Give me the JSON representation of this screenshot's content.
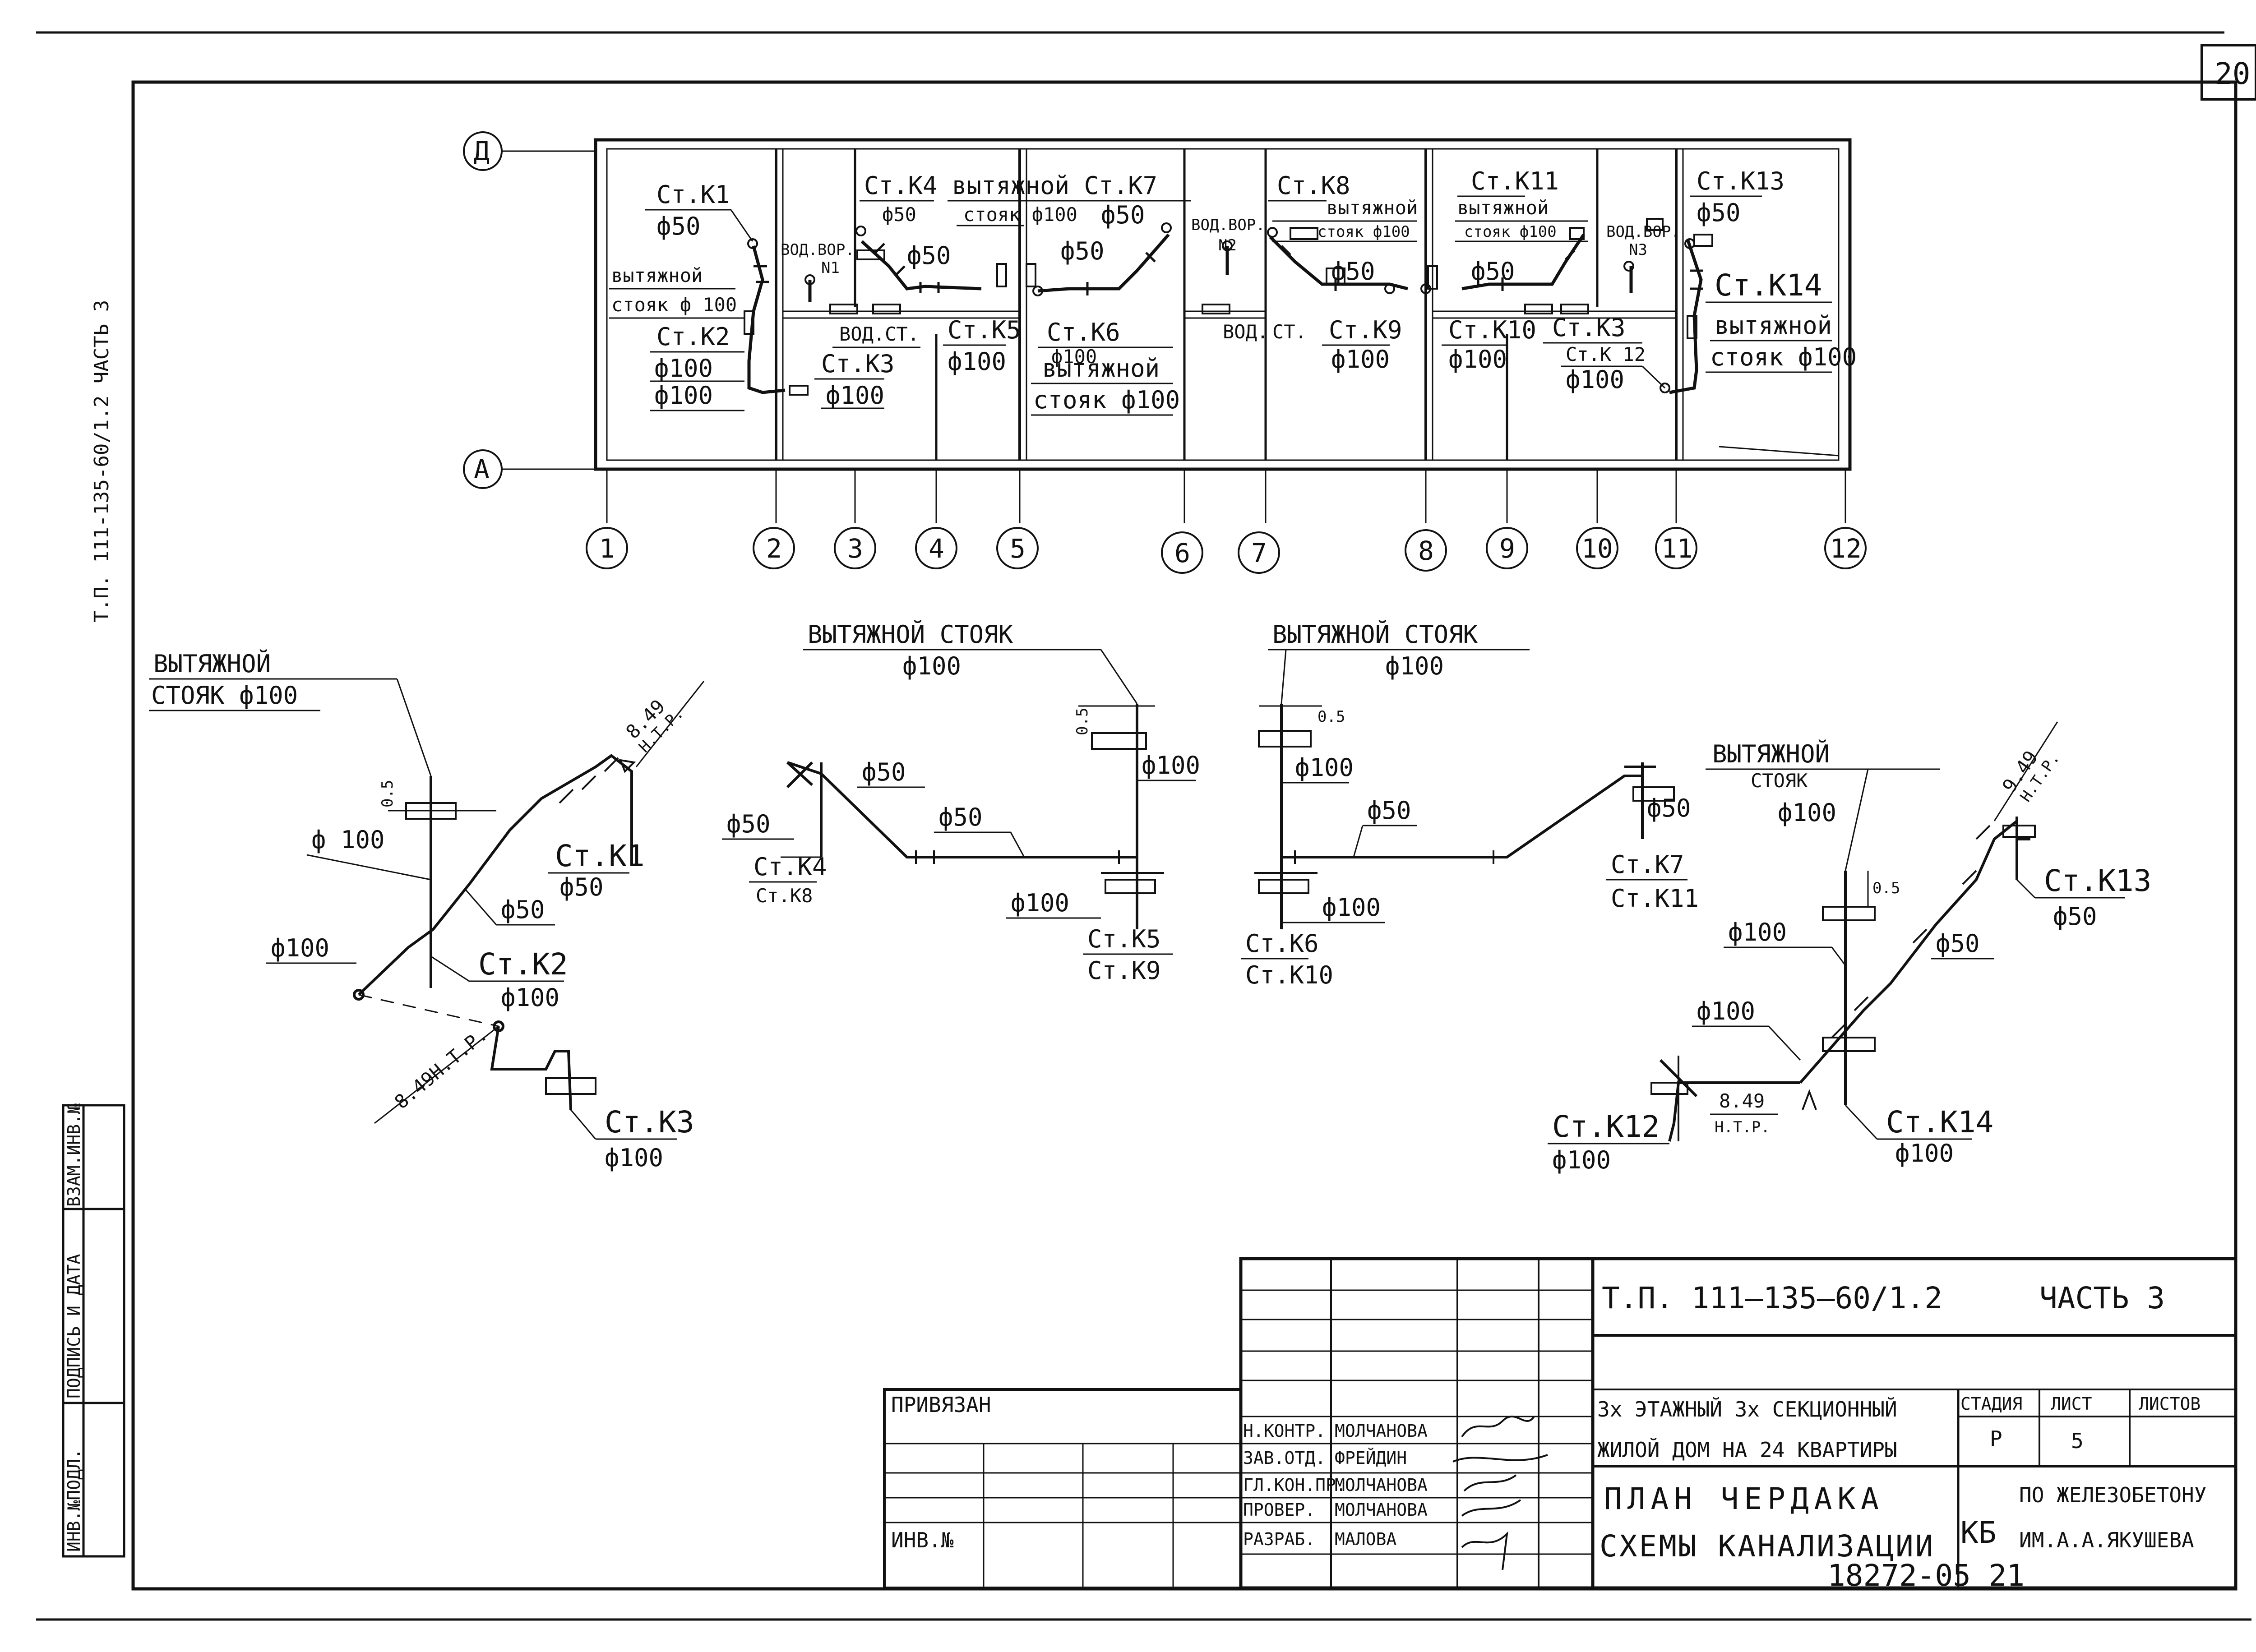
{
  "sheet_number": "20",
  "side_code": "Т.П. 111-135-60/1.2   ЧАСТЬ 3",
  "plan": {
    "axes_letters": [
      "Д",
      "А"
    ],
    "axes_numbers": [
      "1",
      "2",
      "3",
      "4",
      "5",
      "6",
      "7",
      "8",
      "9",
      "10",
      "11",
      "12"
    ],
    "labels": {
      "k1": "Ст.К1",
      "k1_d": "ф50",
      "vent1a": "вытяжной",
      "vent1b": "стояк ф 100",
      "k2": "Ст.К2",
      "k2_d1": "ф100",
      "k2_d2": "ф100",
      "vb1": "ВОД.ВОР.",
      "vb1n": "N1",
      "vod1": "ВОД.СТ.",
      "k3": "Ст.К3",
      "k3_d": "ф100",
      "k4": "Ст.К4",
      "k4_d": "ф50",
      "k4_d2": "ф50",
      "vent2": "вытяжной Ст.К7",
      "vent2b": "стояк ф100",
      "k7_d": "ф50",
      "k5": "Ст.К5",
      "k5_d": "ф100",
      "k6": "Ст.К6",
      "k6_d": "ф100",
      "k6_d50": "ф50",
      "vent3a": "вытяжной",
      "vent3b": "стояк ф100",
      "vb2": "ВОД.ВОР.",
      "vb2n": "N2",
      "vod2": "ВОД.",
      "vod2b": "СТ.",
      "k8": "Ст.К8",
      "vent4a": "вытяжной",
      "vent4b": "стояк ф100",
      "k8_d": "ф50",
      "k9": "Ст.К9",
      "k9_d": "ф100",
      "k11": "Ст.К11",
      "vent5a": "вытяжной",
      "vent5b": "стояк ф100",
      "k11_d": "ф50",
      "k10": "Ст.К10",
      "k10_d": "ф100",
      "vb3": "ВОД.ВОР.",
      "vb3n": "N3",
      "k3b": "Ст.К3",
      "k12": "Ст.К 12",
      "k12_d": "ф100",
      "k13": "Ст.К13",
      "k13_d": "ф50",
      "k14": "Ст.К14",
      "vent6a": "вытяжной",
      "vent6b": "стояк ф100"
    }
  },
  "schemes": {
    "s1": {
      "vent_a": "ВЫТЯЖНОЙ",
      "vent_b": "СТОЯК ф100",
      "d100a": "ф 100",
      "d100b": "ф100",
      "d50": "ф50",
      "k1": "Ст.К1",
      "k1_d": "ф50",
      "k2": "Ст.К2",
      "k2_d": "ф100",
      "k3": "Ст.К3",
      "k3_d": "ф100",
      "elev1": "8.49",
      "elev1b": "Н.Т.Р.",
      "elev2": "8.49Н.Т.Р.",
      "dim": "0.5"
    },
    "s2": {
      "vent": "ВЫТЯЖНОЙ СТОЯК",
      "vent_d": "ф100",
      "d50a": "ф50",
      "d50b": "ф50",
      "d50c": "ф50",
      "d100a": "ф100",
      "d100b": "ф100",
      "k4": "Ст.К4",
      "k8": "Ст.К8",
      "k5": "Ст.К5",
      "k9": "Ст.К9",
      "dim": "0.5"
    },
    "s3": {
      "vent": "ВЫТЯЖНОЙ СТОЯК",
      "vent_d": "ф100",
      "d100a": "ф100",
      "d100b": "ф100",
      "d50a": "ф50",
      "d50b": "ф50",
      "k6": "Ст.К6",
      "k10": "Ст.К10",
      "k7": "Ст.К7",
      "k11": "Ст.К11",
      "dim": "0.5"
    },
    "s4": {
      "vent_a": "ВЫТЯЖНОЙ",
      "vent_b": "СТОЯК",
      "vent_d": "ф100",
      "d100a": "ф100",
      "d100b": "ф100",
      "d50": "ф50",
      "k13": "Ст.К13",
      "k13_d": "ф50",
      "k12": "Ст.К12",
      "k12_d": "ф100",
      "k14": "Ст.К14",
      "k14_d": "ф100",
      "elev1": "9.49",
      "elev1b": "Н.Т.Р.",
      "elev2": "8.49",
      "elev2b": "Н.Т.Р.",
      "dim": "0.5"
    }
  },
  "left_stamp": [
    "ИНВ.№ПОДЛ.",
    "ПОДПИСЬ И ДАТА",
    "ВЗАМ.ИНВ.№"
  ],
  "title_block": {
    "code": "Т.П. 111—135—60/1.2",
    "part": "ЧАСТЬ 3",
    "privyazan": "ПРИВЯЗАН",
    "inv": "ИНВ.№",
    "roles": [
      "Н.КОНТР.",
      "ЗАВ.ОТД.",
      "ГЛ.КОН.ПР.",
      "ПРОВЕР.",
      "РАЗРАБ."
    ],
    "names": [
      "МОЛЧАНОВА",
      "ФРЕЙДИН",
      "МОЛЧАНОВА",
      "МОЛЧАНОВА",
      "МАЛОВА"
    ],
    "project_1": "3х ЭТАЖНЫЙ 3х СЕКЦИОННЫЙ",
    "project_2": "ЖИЛОЙ ДОМ НА 24 КВАРТИРЫ",
    "drawing_1": "ПЛАН ЧЕРДАКА",
    "drawing_2": "СХЕМЫ КАНАЛИЗАЦИИ",
    "stage_h": "СТАДИЯ",
    "sheet_h": "ЛИСТ",
    "sheets_h": "ЛИСТОВ",
    "stage": "Р",
    "sheet": "5",
    "sheets": "",
    "org_logo": "КБ",
    "org_1": "ПО ЖЕЛЕЗОБЕТОНУ",
    "org_2": "ИМ.А.А.ЯКУШЕВА",
    "archive_no": "18272-05 21"
  }
}
